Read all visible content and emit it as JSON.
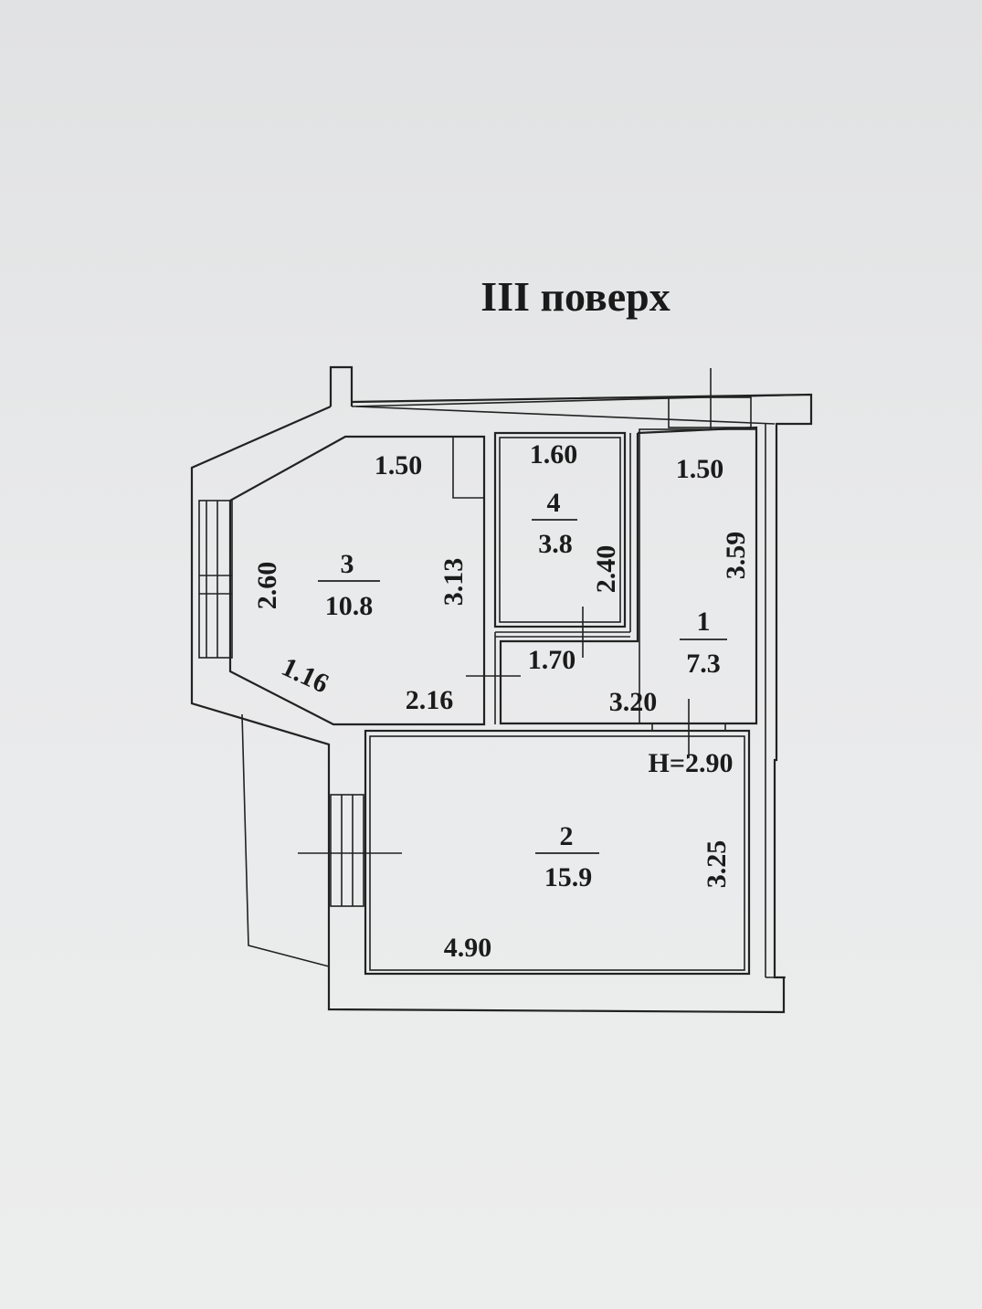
{
  "floor_title": "III поверх",
  "rooms": [
    {
      "number": "3",
      "area": "10.8"
    },
    {
      "number": "4",
      "area": "3.8"
    },
    {
      "number": "1",
      "area": "7.3"
    },
    {
      "number": "2",
      "area": "15.9"
    }
  ],
  "dimensions": {
    "room3_top": "1.50",
    "room3_left": "2.60",
    "room3_right": "3.13",
    "room3_diag": "1.16",
    "room3_bottom": "2.16",
    "room4_top": "1.60",
    "room4_right": "2.40",
    "corridor_width": "1.70",
    "room1_top": "1.50",
    "room1_right": "3.59",
    "room1_bottom": "3.20",
    "ceiling_height": "H=2.90",
    "room2_right": "3.25",
    "room2_bottom": "4.90"
  }
}
